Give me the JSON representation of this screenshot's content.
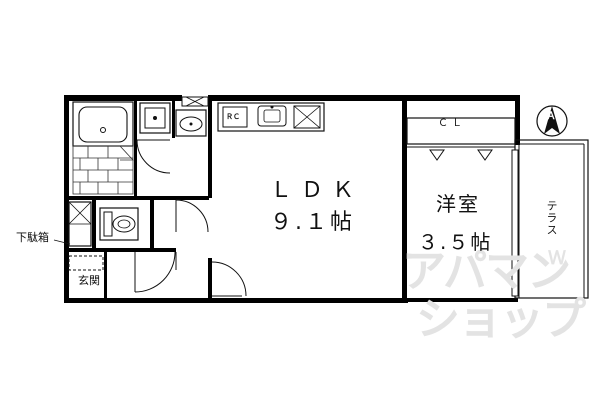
{
  "rooms": {
    "ldk": {
      "name": "ＬＤＫ",
      "size": "９.１帖"
    },
    "western": {
      "name": "洋室",
      "size": "３.５帖"
    },
    "closet": "ＣＬ",
    "terrace": "テラス",
    "shoe_box": "下駄箱",
    "entrance": "玄関"
  },
  "fixtures": {
    "stove": "ＲＣ"
  },
  "compass": {
    "mark": "Ａ"
  },
  "watermark": {
    "line1": "アパマン",
    "line2": "ショップ",
    "mark": "Ｗ"
  },
  "colors": {
    "wall": "#000000",
    "line": "#1a1a1a",
    "watermark": "#e3e3e3",
    "background": "#ffffff"
  }
}
